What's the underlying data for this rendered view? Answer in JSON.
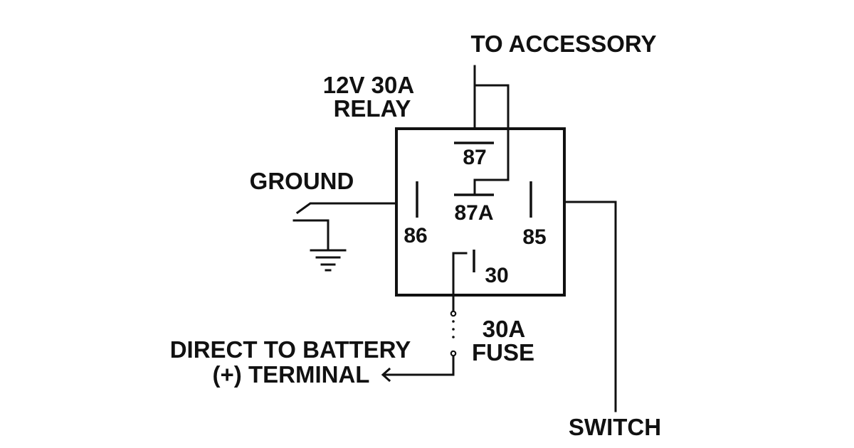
{
  "diagram": {
    "relay_label_line1": "12V 30A",
    "relay_label_line2": "RELAY",
    "to_accessory": "TO ACCESSORY",
    "ground": "GROUND",
    "switch": "SWITCH",
    "fuse_line1": "30A",
    "fuse_line2": "FUSE",
    "battery_line1": "DIRECT TO BATTERY",
    "battery_line2": "(+) TERMINAL",
    "pins": {
      "p87": "87",
      "p87a": "87A",
      "p86": "86",
      "p85": "85",
      "p30": "30"
    },
    "colors": {
      "ink": "#111111",
      "background": "#ffffff"
    }
  }
}
